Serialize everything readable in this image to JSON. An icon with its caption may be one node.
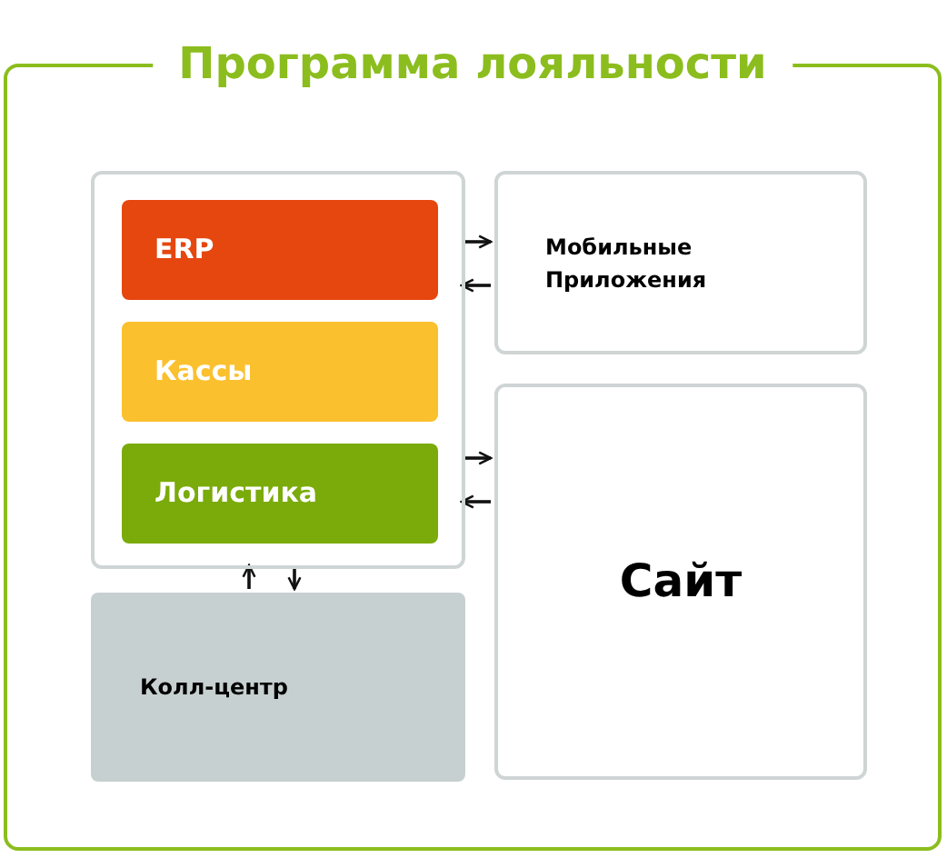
{
  "diagram": {
    "nodes": [
      {
        "text": [
          "Программа лояльности"
        ]
      },
      {
        "text": [],
        "shape": "box",
        "in": 0
      },
      {
        "text": [
          "ERP"
        ],
        "in": 1
      },
      {
        "text": [
          "Кассы"
        ],
        "in": 1
      },
      {
        "text": [
          "Логистика"
        ],
        "in": 1
      },
      {
        "text": [
          "Мобильные Приложения"
        ],
        "in": 0
      },
      {
        "text": [
          "Сайт"
        ],
        "in": 0
      },
      {
        "text": [
          "Колл-центр"
        ],
        "in": 0
      }
    ],
    "edges": [
      {
        "from": 1,
        "to": 5,
        "arrow": "to"
      },
      {
        "from": 5,
        "to": 1,
        "arrow": "to"
      },
      {
        "from": 1,
        "to": 6,
        "arrow": "to"
      },
      {
        "from": 6,
        "to": 1,
        "arrow": "to"
      },
      {
        "from": 7,
        "to": 1,
        "arrow": "to"
      },
      {
        "from": 1,
        "to": 7,
        "arrow": "to"
      }
    ]
  }
}
